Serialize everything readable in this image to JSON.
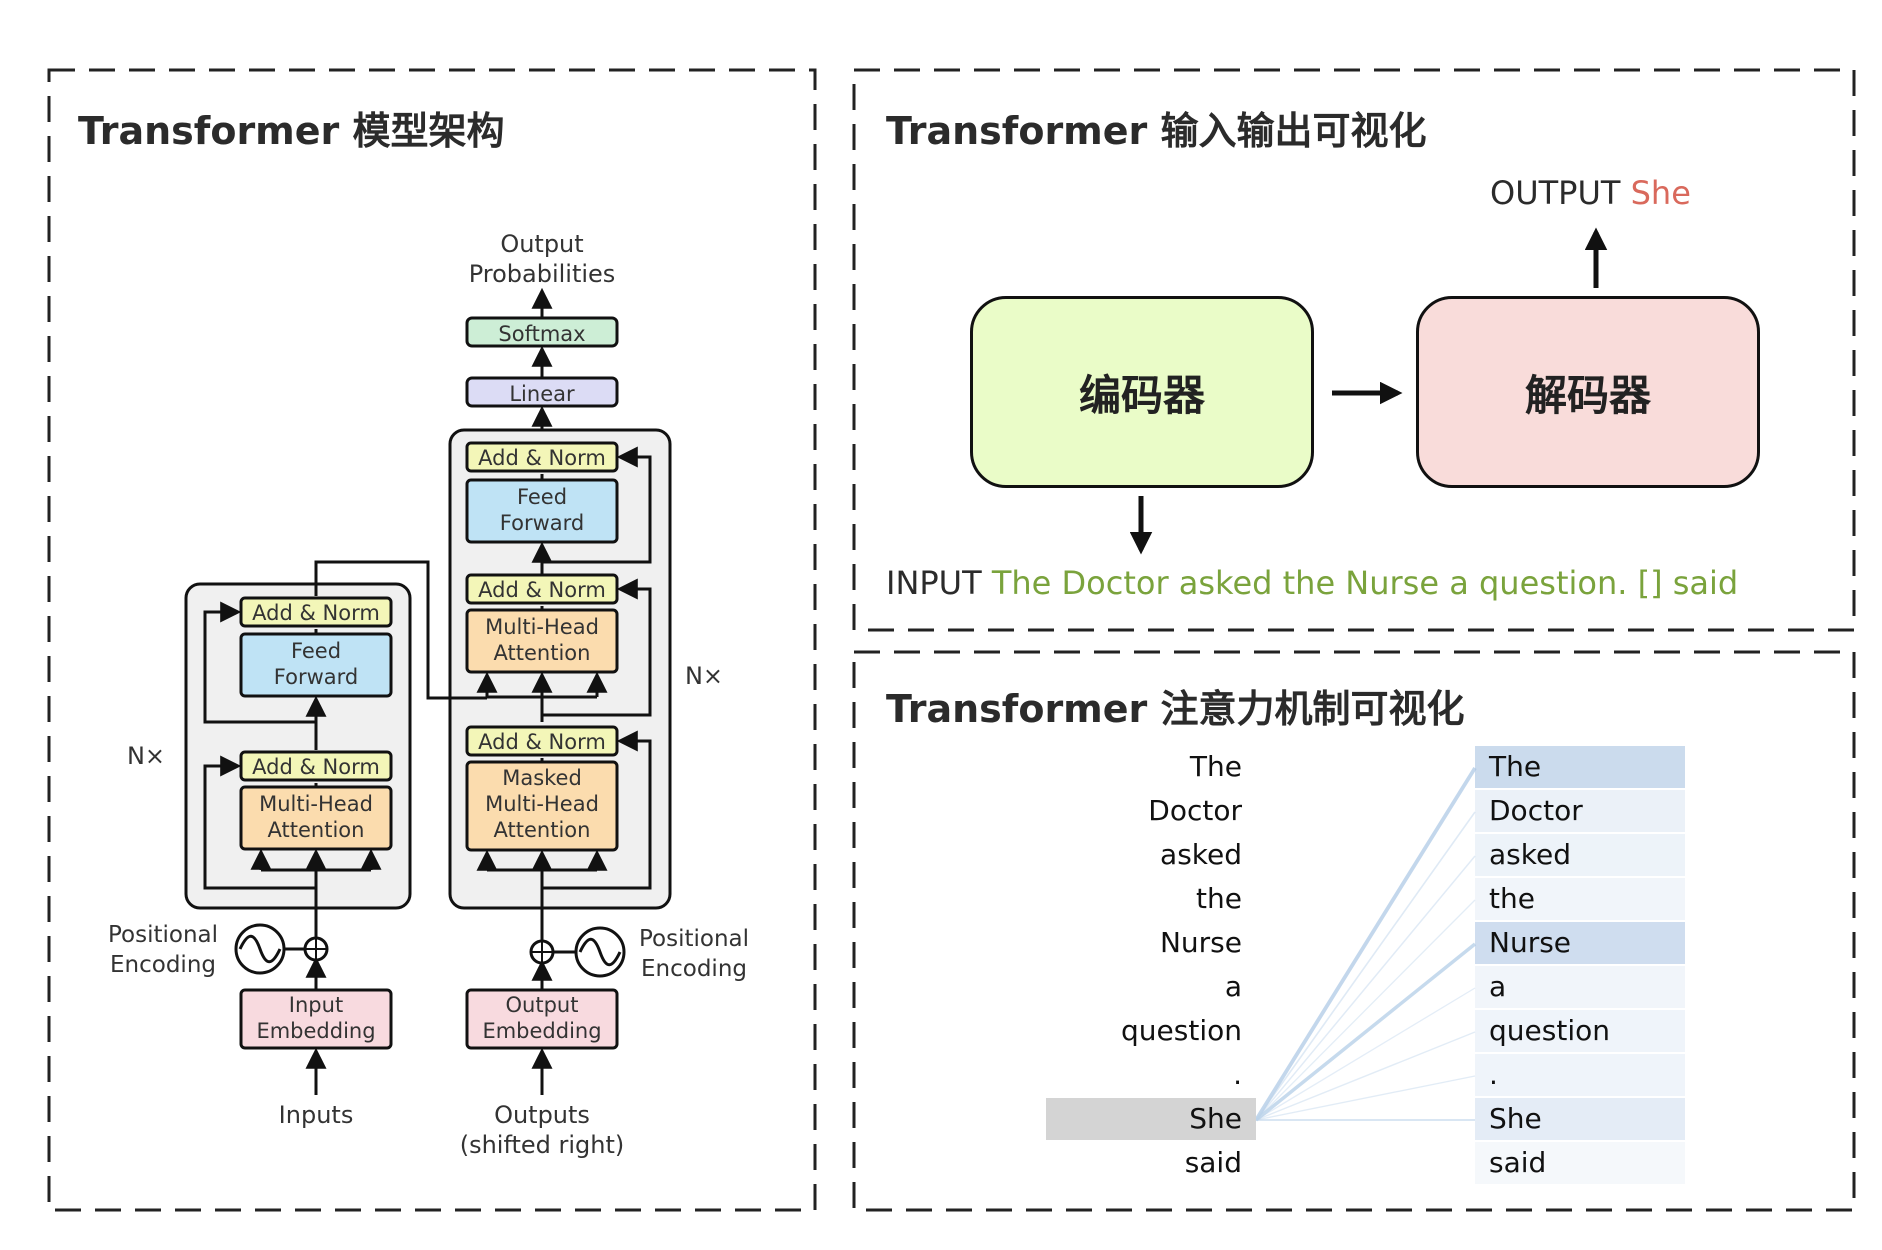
{
  "colors": {
    "encoder_box": "#eafcc8",
    "decoder_box": "#f9dcda",
    "input_text": "#7aa33c",
    "output_text": "#d9695c",
    "attn_line": "#bcd3ea",
    "add_norm": "#f3f6b8",
    "feed_forward": "#bfe3f5",
    "attention": "#fbdcae",
    "softmax": "#cdeed6",
    "linear": "#dcdcf5",
    "embedding": "#f8dadf"
  },
  "panels": {
    "architecture": {
      "title": "Transformer 模型架构",
      "diagram": {
        "output_probs": [
          "Output",
          "Probabilities"
        ],
        "softmax": "Softmax",
        "linear": "Linear",
        "add_norm": "Add & Norm",
        "feed_forward": [
          "Feed",
          "Forward"
        ],
        "multi_head": [
          "Multi-Head",
          "Attention"
        ],
        "masked_multi_head": [
          "Masked",
          "Multi-Head",
          "Attention"
        ],
        "nx": "N×",
        "positional_encoding": [
          "Positional",
          "Encoding"
        ],
        "input_embedding": [
          "Input",
          "Embedding"
        ],
        "output_embedding": [
          "Output",
          "Embedding"
        ],
        "inputs": "Inputs",
        "outputs": [
          "Outputs",
          "(shifted right)"
        ]
      }
    },
    "io": {
      "title": "Transformer 输入输出可视化",
      "encoder_label": "编码器",
      "decoder_label": "解码器",
      "output_label": "OUTPUT",
      "output_value": "She",
      "input_label": "INPUT",
      "input_value": "The Doctor asked the Nurse a question. [] said"
    },
    "attention": {
      "title": "Transformer 注意力机制可视化",
      "left_words": [
        "The",
        "Doctor",
        "asked",
        "the",
        "Nurse",
        "a",
        "question",
        ".",
        "She",
        "said"
      ],
      "right_words": [
        "The",
        "Doctor",
        "asked",
        "the",
        "Nurse",
        "a",
        "question",
        ".",
        "She",
        "said"
      ],
      "query_index": 8,
      "weights": [
        0.55,
        0.12,
        0.1,
        0.06,
        0.5,
        0.05,
        0.08,
        0.08,
        0.22,
        0.0
      ]
    }
  }
}
